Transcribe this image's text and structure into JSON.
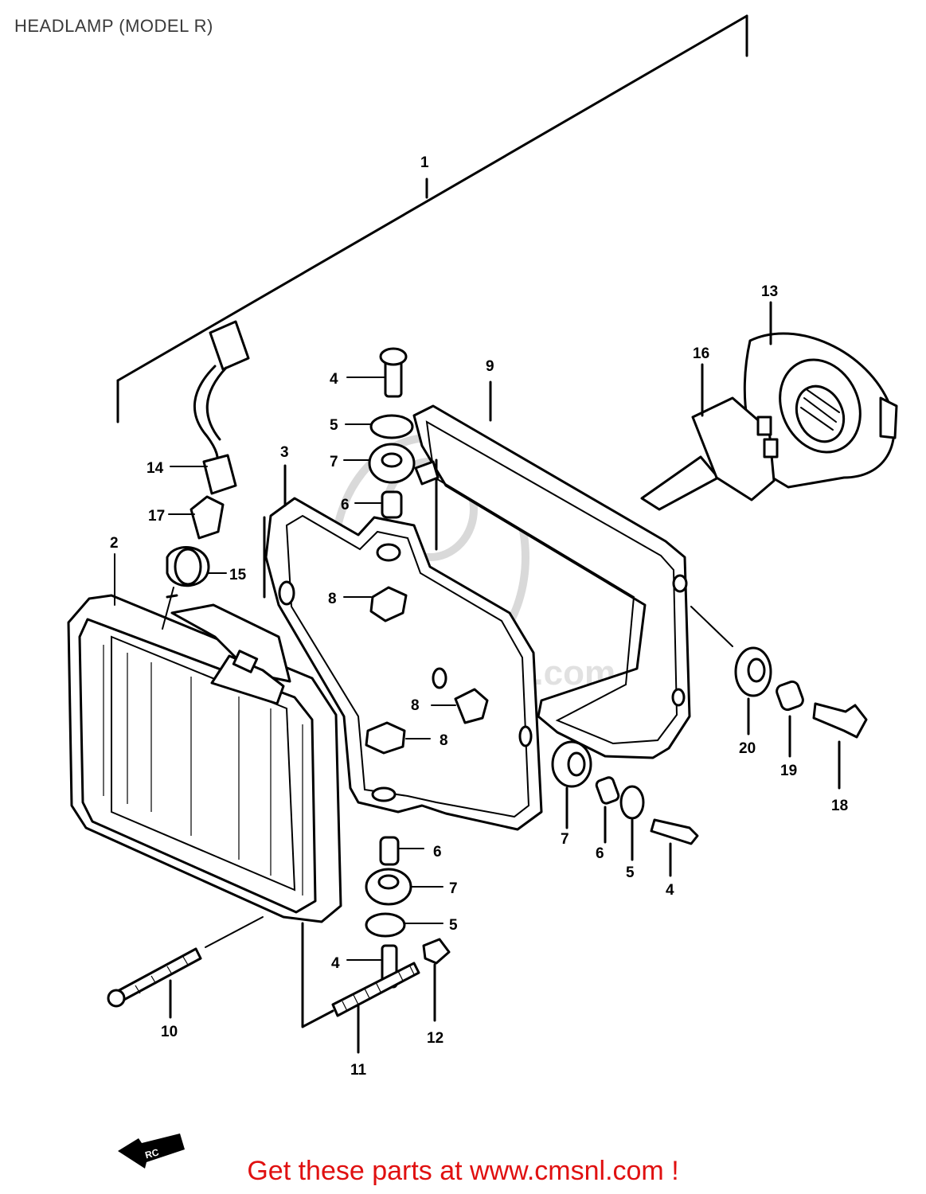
{
  "header": {
    "title": "HEADLAMP (MODEL R)"
  },
  "watermark": {
    "text": "www.cmsnl.com"
  },
  "callouts": {
    "c1": "1",
    "c2": "2",
    "c3": "3",
    "c4a": "4",
    "c4b": "4",
    "c4c": "4",
    "c5a": "5",
    "c5b": "5",
    "c5c": "5",
    "c6a": "6",
    "c6b": "6",
    "c6c": "6",
    "c7a": "7",
    "c7b": "7",
    "c7c": "7",
    "c8a": "8",
    "c8b": "8",
    "c8c": "8",
    "c9": "9",
    "c10": "10",
    "c11": "11",
    "c12": "12",
    "c13": "13",
    "c14": "14",
    "c15": "15",
    "c16": "16",
    "c17": "17",
    "c18": "18",
    "c19": "19",
    "c20": "20"
  },
  "badge": {
    "text": "RC"
  },
  "footer": {
    "text": "Get these parts at www.cmsnl.com !"
  }
}
